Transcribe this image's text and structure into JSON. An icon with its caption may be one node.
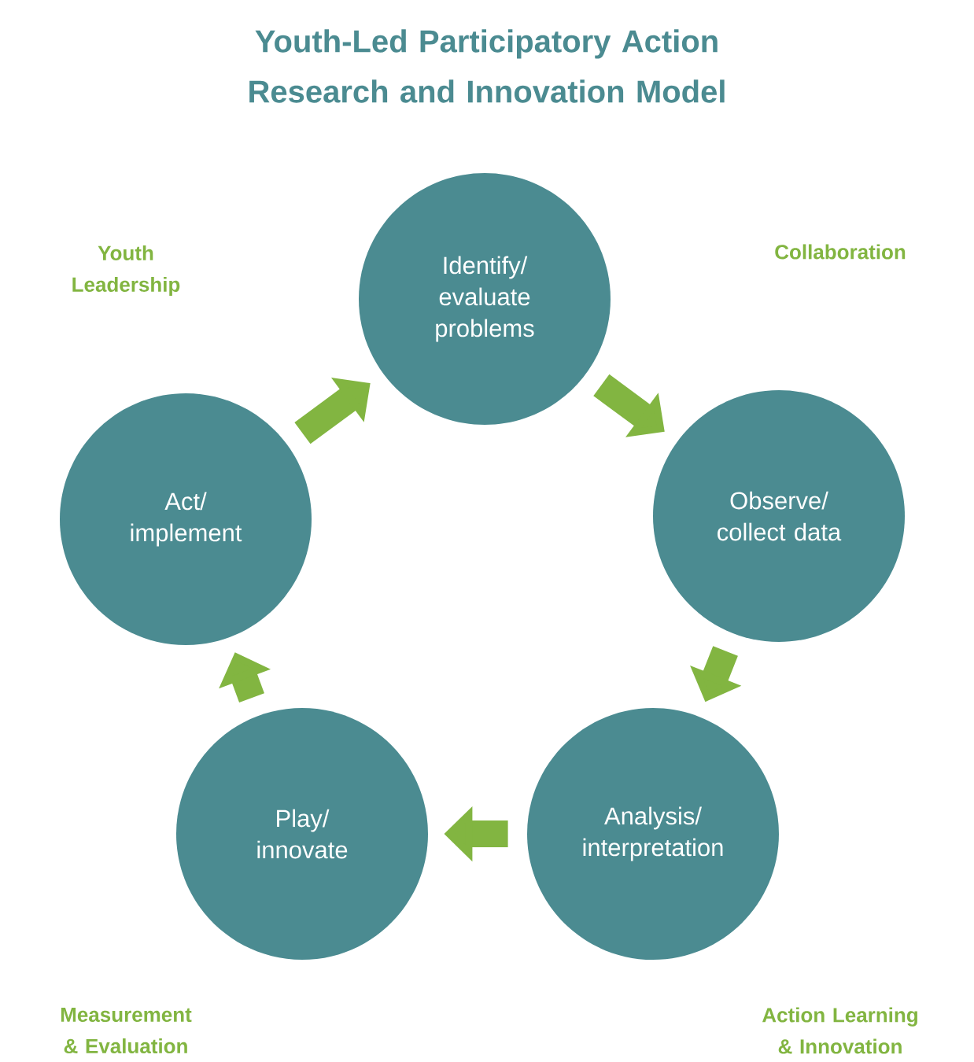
{
  "diagram": {
    "title": "Youth-Led Participatory Action Research and Innovation Model",
    "nodes": [
      {
        "text": [
          "Identify/ evaluate problems"
        ]
      },
      {
        "text": [
          "Observe/ collect data"
        ]
      },
      {
        "text": [
          "Analysis/ interpretation"
        ]
      },
      {
        "text": [
          "Play/ innovate"
        ]
      },
      {
        "text": [
          "Act/ implement"
        ]
      }
    ],
    "edges": [
      {
        "from": 0,
        "to": 1,
        "arrow": "to"
      },
      {
        "from": 1,
        "to": 2,
        "arrow": "to"
      },
      {
        "from": 2,
        "to": 3,
        "arrow": "to"
      },
      {
        "from": 3,
        "to": 4,
        "arrow": "to"
      },
      {
        "from": 4,
        "to": 0,
        "arrow": "to"
      }
    ],
    "labels": [
      "Youth Leadership",
      "Collaboration",
      "Measurement & Evaluation",
      "Action Learning & Innovation"
    ]
  }
}
